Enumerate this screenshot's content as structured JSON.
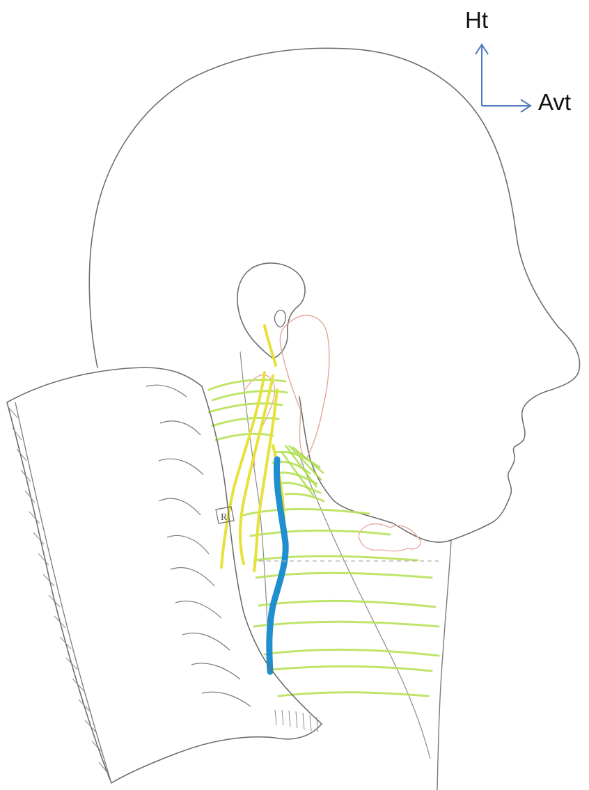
{
  "orientation": {
    "up_label": "Ht",
    "front_label": "Avt",
    "arrow_color": "#4a78b8"
  },
  "colors": {
    "pencil_outline": "#6e6e6e",
    "yellow_strokes": "#e6e23a",
    "green_hatching": "#b7e35a",
    "pink_gland": "#e8a59b",
    "blue_vessel": "#1f8fd0"
  },
  "annotation": {
    "marker": "R"
  }
}
